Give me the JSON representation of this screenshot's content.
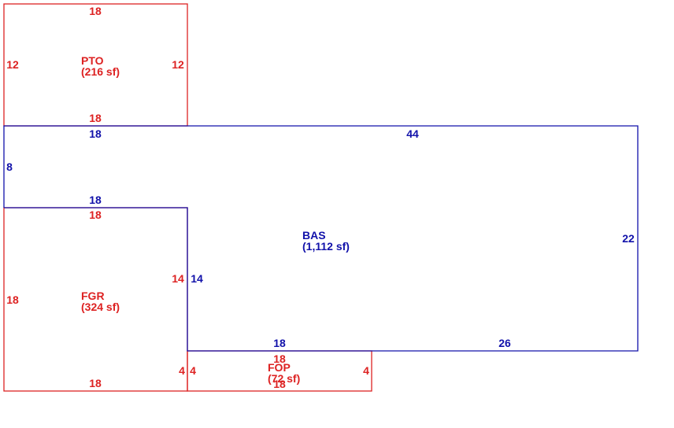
{
  "colors": {
    "red": "#dd2222",
    "blue": "#1111aa",
    "background": "#ffffff"
  },
  "areas": {
    "pto": {
      "code": "PTO",
      "area": "(216 sf)"
    },
    "bas": {
      "code": "BAS",
      "area": "(1,112 sf)"
    },
    "fgr": {
      "code": "FGR",
      "area": "(324 sf)"
    },
    "fop": {
      "code": "FOP",
      "area": "(72 sf)"
    }
  },
  "dimensions": {
    "pto_top": "18",
    "pto_left": "12",
    "pto_right": "12",
    "pto_bottom": "18",
    "bas_top_left": "18",
    "bas_top_right": "44",
    "bas_left": "8",
    "bas_mid_top": "18",
    "bas_step": "14",
    "bas_right": "22",
    "bas_bottom_left": "18",
    "bas_bottom_right": "26",
    "fgr_top": "18",
    "fgr_left": "18",
    "fgr_right": "14",
    "fgr_lower_right": "4",
    "fgr_bottom": "18",
    "fop_top": "18",
    "fop_left": "4",
    "fop_right": "4",
    "fop_bottom": "18"
  }
}
